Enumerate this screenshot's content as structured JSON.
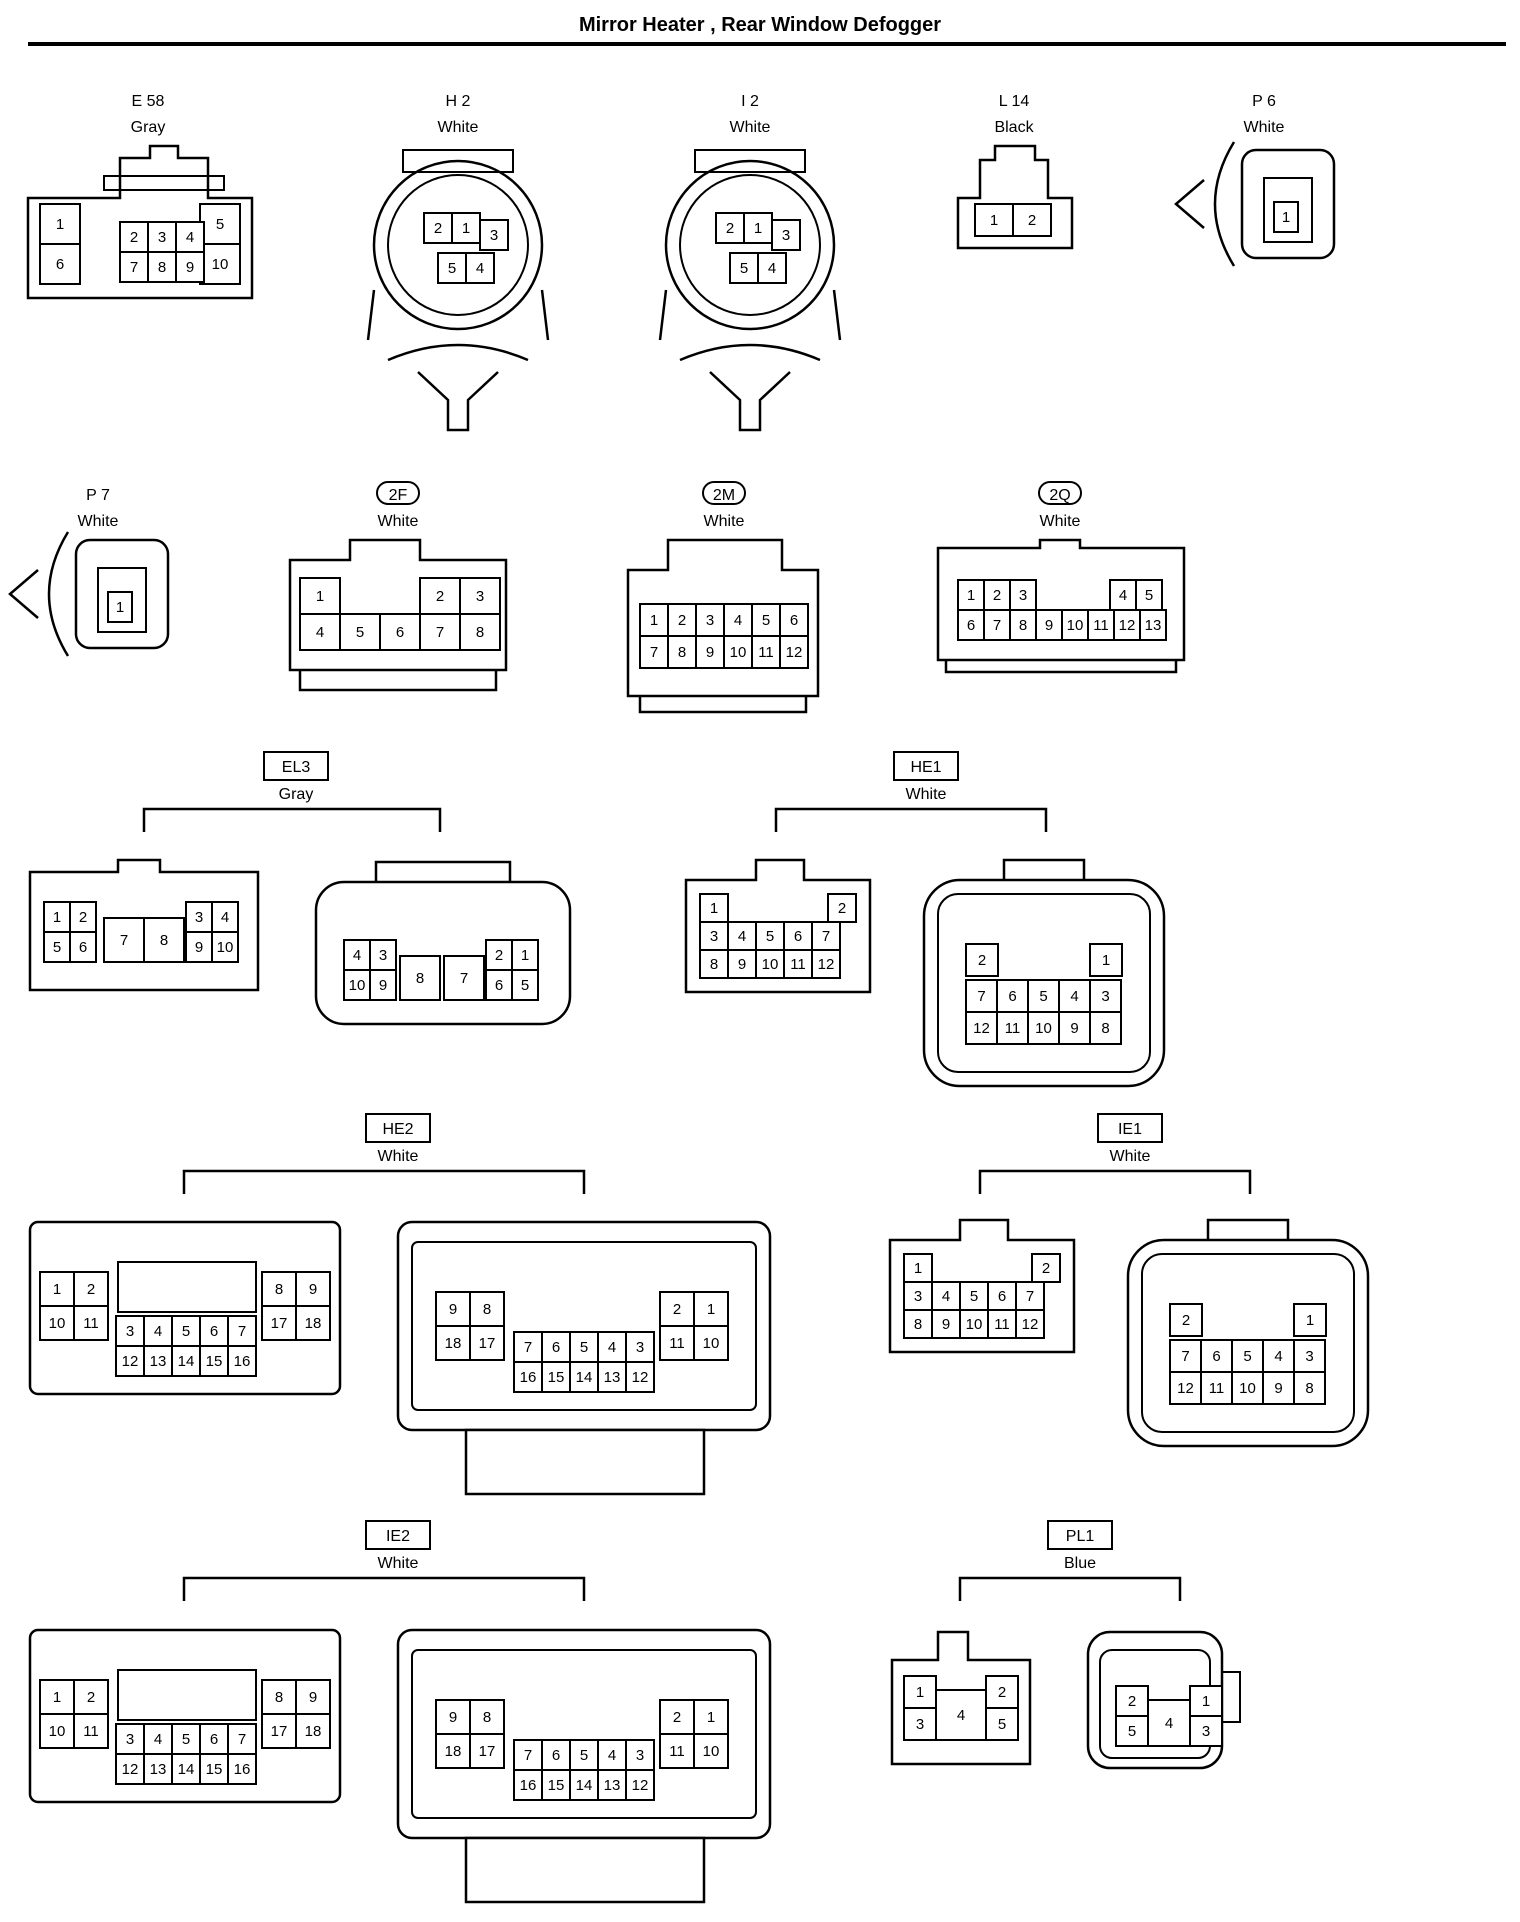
{
  "title": "Mirror Heater , Rear Window Defogger",
  "connectors": [
    {
      "id": "E 58",
      "color": "Gray",
      "pins": [
        "1",
        "2",
        "3",
        "4",
        "5",
        "6",
        "7",
        "8",
        "9",
        "10"
      ]
    },
    {
      "id": "H 2",
      "color": "White",
      "pins": [
        "2",
        "1",
        "3",
        "5",
        "4"
      ]
    },
    {
      "id": "I 2",
      "color": "White",
      "pins": [
        "2",
        "1",
        "3",
        "5",
        "4"
      ]
    },
    {
      "id": "L 14",
      "color": "Black",
      "pins": [
        "1",
        "2"
      ]
    },
    {
      "id": "P 6",
      "color": "White",
      "pins": [
        "1"
      ]
    },
    {
      "id": "P 7",
      "color": "White",
      "pins": [
        "1"
      ]
    },
    {
      "id": "2F",
      "color": "White",
      "circled": true,
      "pins": [
        "1",
        "2",
        "3",
        "4",
        "5",
        "6",
        "7",
        "8"
      ]
    },
    {
      "id": "2M",
      "color": "White",
      "circled": true,
      "pins": [
        "1",
        "2",
        "3",
        "4",
        "5",
        "6",
        "7",
        "8",
        "9",
        "10",
        "11",
        "12"
      ]
    },
    {
      "id": "2Q",
      "color": "White",
      "circled": true,
      "pins": [
        "1",
        "2",
        "3",
        "4",
        "5",
        "6",
        "7",
        "8",
        "9",
        "10",
        "11",
        "12",
        "13"
      ]
    }
  ],
  "junction_connectors": [
    {
      "id": "EL3",
      "color": "Gray",
      "male_pins": [
        "1",
        "2",
        "3",
        "4",
        "5",
        "6",
        "7",
        "8",
        "9",
        "10"
      ],
      "female_pins": [
        "4",
        "3",
        "2",
        "1",
        "10",
        "9",
        "8",
        "7",
        "6",
        "5"
      ]
    },
    {
      "id": "HE1",
      "color": "White",
      "male_pins": [
        "1",
        "2",
        "3",
        "4",
        "5",
        "6",
        "7",
        "8",
        "9",
        "10",
        "11",
        "12"
      ],
      "female_pins": [
        "2",
        "1",
        "7",
        "6",
        "5",
        "4",
        "3",
        "12",
        "11",
        "10",
        "9",
        "8"
      ]
    },
    {
      "id": "HE2",
      "color": "White",
      "male_pins": [
        "1",
        "2",
        "8",
        "9",
        "10",
        "11",
        "3",
        "4",
        "5",
        "6",
        "7",
        "17",
        "18",
        "12",
        "13",
        "14",
        "15",
        "16"
      ],
      "female_pins": [
        "9",
        "8",
        "2",
        "1",
        "18",
        "17",
        "7",
        "6",
        "5",
        "4",
        "3",
        "11",
        "10",
        "16",
        "15",
        "14",
        "13",
        "12"
      ]
    },
    {
      "id": "IE1",
      "color": "White",
      "male_pins": [
        "1",
        "2",
        "3",
        "4",
        "5",
        "6",
        "7",
        "8",
        "9",
        "10",
        "11",
        "12"
      ],
      "female_pins": [
        "2",
        "1",
        "7",
        "6",
        "5",
        "4",
        "3",
        "12",
        "11",
        "10",
        "9",
        "8"
      ]
    },
    {
      "id": "IE2",
      "color": "White",
      "male_pins": [
        "1",
        "2",
        "8",
        "9",
        "10",
        "11",
        "3",
        "4",
        "5",
        "6",
        "7",
        "17",
        "18",
        "12",
        "13",
        "14",
        "15",
        "16"
      ],
      "female_pins": [
        "9",
        "8",
        "2",
        "1",
        "18",
        "17",
        "7",
        "6",
        "5",
        "4",
        "3",
        "11",
        "10",
        "16",
        "15",
        "14",
        "13",
        "12"
      ]
    },
    {
      "id": "PL1",
      "color": "Blue",
      "male_pins": [
        "1",
        "2",
        "3",
        "4",
        "5"
      ],
      "female_pins": [
        "2",
        "1",
        "5",
        "4",
        "3"
      ]
    }
  ]
}
